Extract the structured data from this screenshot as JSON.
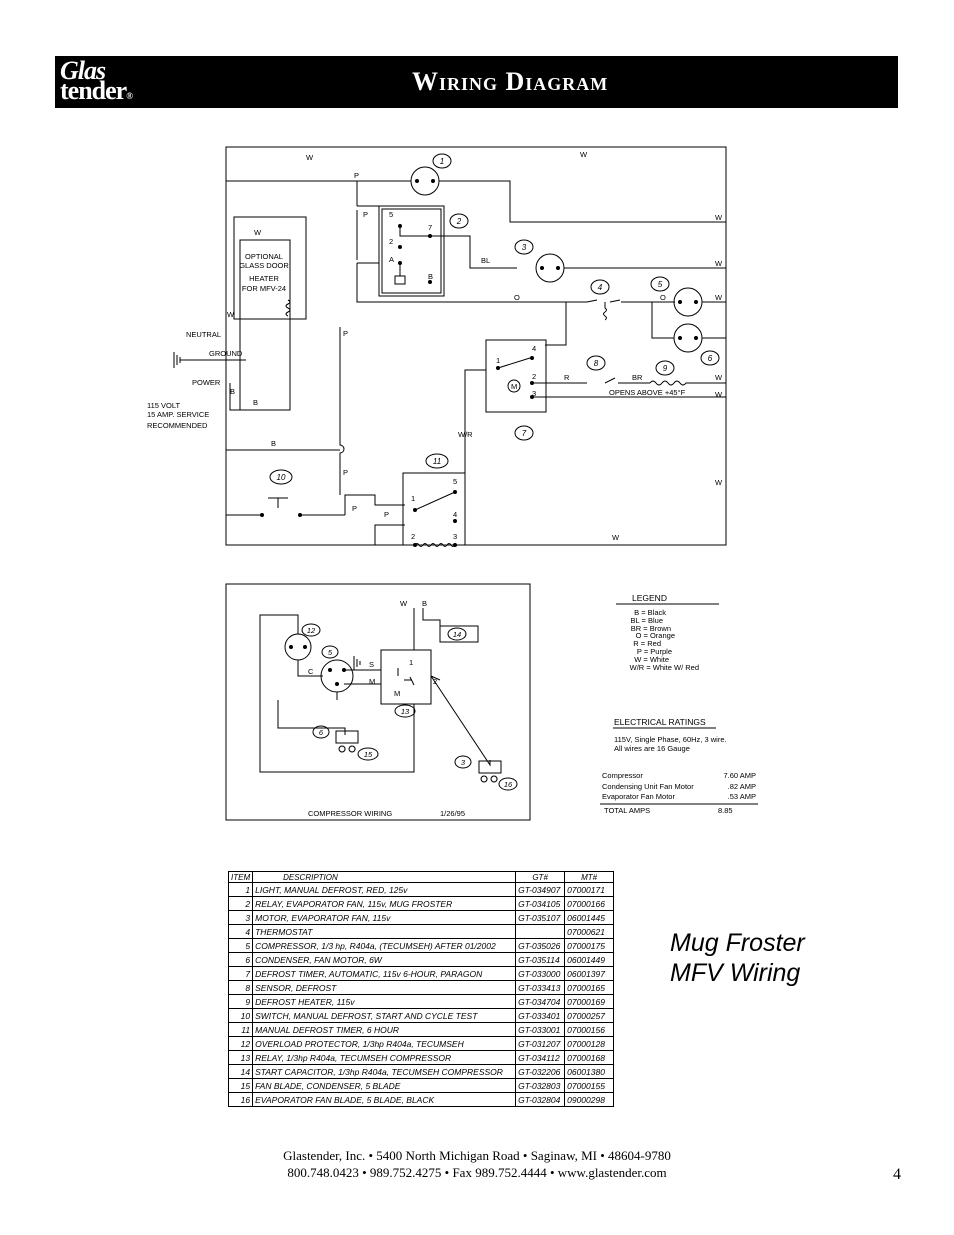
{
  "header": {
    "logo_line1": "Glas",
    "logo_line2": "tender",
    "logo_mark": "®",
    "title": "Wiring Diagram"
  },
  "main_diagram": {
    "labels": [
      "W",
      "P",
      "W",
      "P",
      "5",
      "2",
      "7",
      "A",
      "B",
      "BL",
      "W",
      "W",
      "O",
      "O",
      "W",
      "W",
      "OPTIONAL",
      "GLASS DOOR",
      "HEATER",
      "FOR MFV-24",
      "W",
      "P",
      "NEUTRAL",
      "GROUND",
      "POWER",
      "B",
      "B",
      "115 VOLT",
      "15 AMP. SERVICE",
      "RECOMMENDED",
      "4",
      "1",
      "2",
      "3",
      "M",
      "R",
      "BR",
      "W",
      "W",
      "OPENS ABOVE +45°F",
      "W/R",
      "B",
      "P",
      "W",
      "P",
      "P",
      "5",
      "1",
      "4",
      "2",
      "3",
      "W"
    ],
    "callouts": [
      "1",
      "2",
      "3",
      "4",
      "5",
      "6",
      "7",
      "8",
      "9",
      "10",
      "11"
    ]
  },
  "compressor_diagram": {
    "labels": [
      "W",
      "B",
      "S",
      "C",
      "M",
      "M",
      "1",
      "2"
    ],
    "callouts": [
      "12",
      "5",
      "14",
      "13",
      "6",
      "15",
      "3",
      "16"
    ],
    "caption": "COMPRESSOR  WIRING",
    "date": "1/26/95"
  },
  "legend": {
    "title": "LEGEND",
    "items": [
      "B = Black",
      "BL = Blue",
      "BR = Brown",
      "O = Orange",
      "R = Red",
      "P = Purple",
      "W = White",
      "W/R = White W/ Red"
    ]
  },
  "ratings": {
    "title": "ELECTRICAL RATINGS",
    "note1": "115V, Single Phase, 60Hz, 3 wire.",
    "note2": "All wires are 16 Gauge",
    "rows": [
      {
        "name": "Compressor",
        "amp": "7.60 AMP"
      },
      {
        "name": "Condensing Unit Fan Motor",
        "amp": ".82 AMP"
      },
      {
        "name": "Evaporator Fan Motor",
        "amp": ".53 AMP"
      }
    ],
    "total_label": "TOTAL AMPS",
    "total_value": "8.85"
  },
  "parts_table": {
    "headers": [
      "ITEM",
      "DESCRIPTION",
      "GT#",
      "MT#"
    ],
    "rows": [
      [
        "1",
        "LIGHT, MANUAL DEFROST, RED, 125v",
        "GT-034907",
        "07000171"
      ],
      [
        "2",
        "RELAY, EVAPORATOR FAN, 115v, MUG FROSTER",
        "GT-034105",
        "07000166"
      ],
      [
        "3",
        "MOTOR, EVAPORATOR FAN, 115v",
        "GT-035107",
        "06001445"
      ],
      [
        "4",
        "THERMOSTAT",
        "",
        "07000621"
      ],
      [
        "5",
        "COMPRESSOR, 1/3 hp, R404a, (TECUMSEH) AFTER 01/2002",
        "GT-035026",
        "07000175"
      ],
      [
        "6",
        "CONDENSER, FAN MOTOR, 6W",
        "GT-035114",
        "06001449"
      ],
      [
        "7",
        "DEFROST TIMER, AUTOMATIC, 115v 6-HOUR, PARAGON",
        "GT-033000",
        "06001397"
      ],
      [
        "8",
        "SENSOR, DEFROST",
        "GT-033413",
        "07000165"
      ],
      [
        "9",
        "DEFROST HEATER, 115v",
        "GT-034704",
        "07000169"
      ],
      [
        "10",
        "SWITCH, MANUAL DEFROST, START AND CYCLE TEST",
        "GT-033401",
        "07000257"
      ],
      [
        "11",
        "MANUAL DEFROST TIMER, 6 HOUR",
        "GT-033001",
        "07000156"
      ],
      [
        "12",
        "OVERLOAD PROTECTOR, 1/3hp R404a, TECUMSEH",
        "GT-031207",
        "07000128"
      ],
      [
        "13",
        "RELAY, 1/3hp R404a, TECUMSEH COMPRESSOR",
        "GT-034112",
        "07000168"
      ],
      [
        "14",
        "START CAPACITOR, 1/3hp R404a, TECUMSEH COMPRESSOR",
        "GT-032206",
        "06001380"
      ],
      [
        "15",
        "FAN BLADE, CONDENSER, 5 BLADE",
        "GT-032803",
        "07000155"
      ],
      [
        "16",
        "EVAPORATOR FAN BLADE, 5 BLADE, BLACK",
        "GT-032804",
        "09000298"
      ]
    ]
  },
  "caption": {
    "line1": "Mug Froster",
    "line2": "MFV Wiring"
  },
  "footer": {
    "line1": "Glastender, Inc.  •  5400 North Michigan Road •  Saginaw, MI  •  48604-9780",
    "line2": "800.748.0423  •  989.752.4275  •  Fax 989.752.4444  •  www.glastender.com",
    "page": "4"
  }
}
